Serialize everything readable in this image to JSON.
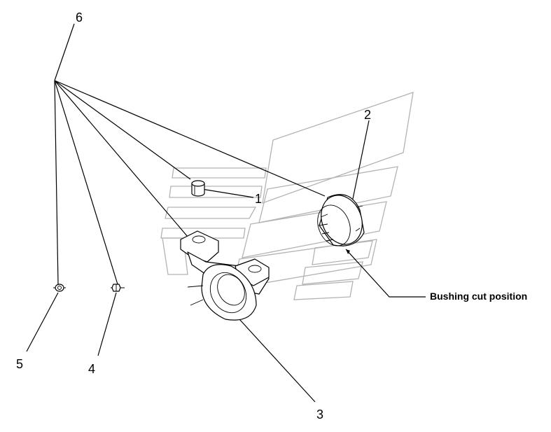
{
  "callouts": {
    "c1": "1",
    "c2": "2",
    "c3": "3",
    "c4": "4",
    "c5": "5",
    "c6": "6"
  },
  "annotation": {
    "bushing_cut": "Bushing cut  position"
  },
  "colors": {
    "watermark": "#b3b3b3",
    "line": "#000000"
  }
}
